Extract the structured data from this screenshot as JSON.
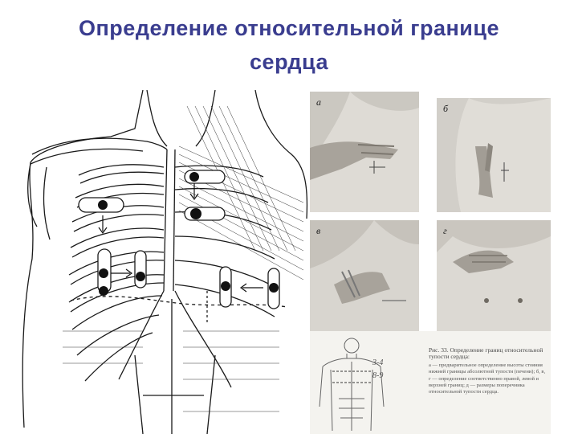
{
  "title": {
    "line1": "Определение относительной границе",
    "line2": "сердца"
  },
  "photos": [
    {
      "label": "а"
    },
    {
      "label": "б"
    },
    {
      "label": "в"
    },
    {
      "label": "г"
    }
  ],
  "figure_caption": {
    "heading": "Рис. 33. Определение границ относительной тупости сердца:",
    "body": "а — предварительное определение высоты стояния нижней границы абсолютной тупости (печени); б, в, г — определение соответственно правой, левой и верхней границ; д — размеры поперечника относительной тупости сердца."
  },
  "body_marks": {
    "upper": "3-4",
    "lower": "8-9"
  },
  "colors": {
    "title": "#3a3d8f",
    "ink": "#1a1a1a",
    "photo_bg": "#cfccc6"
  }
}
